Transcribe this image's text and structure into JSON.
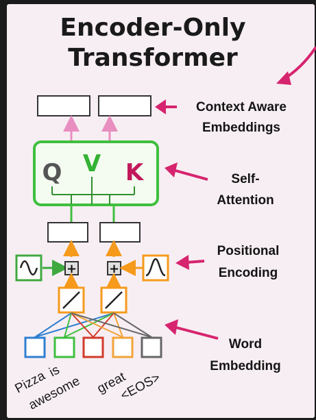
{
  "title": {
    "line1": "Encoder-Only",
    "line2": "Transformer"
  },
  "labels": {
    "context_line1": "Context Aware",
    "context_line2": "Embeddings",
    "self_line1": "Self-",
    "self_line2": "Attention",
    "pos_line1": "Positional",
    "pos_line2": "Encoding",
    "word_line1": "Word",
    "word_line2": "Embedding"
  },
  "attention": {
    "q": "Q",
    "v": "V",
    "k": "K"
  },
  "words": [
    "Pizza",
    "is",
    "awesome",
    "great",
    "<EOS>"
  ],
  "add_symbol": "+",
  "colors": {
    "accent_arrow": "#d6246e",
    "attention_box": "#3fbf3f",
    "positional": "#f59a1b",
    "sine_box": "#3fa93f",
    "q": "#555555",
    "v": "#33b233",
    "k": "#c2185b",
    "embed_blue": "#2f7fd0",
    "embed_green": "#3fbf3f",
    "embed_red": "#d13a2a",
    "embed_orange": "#f2a33a",
    "embed_gray": "#666666"
  }
}
